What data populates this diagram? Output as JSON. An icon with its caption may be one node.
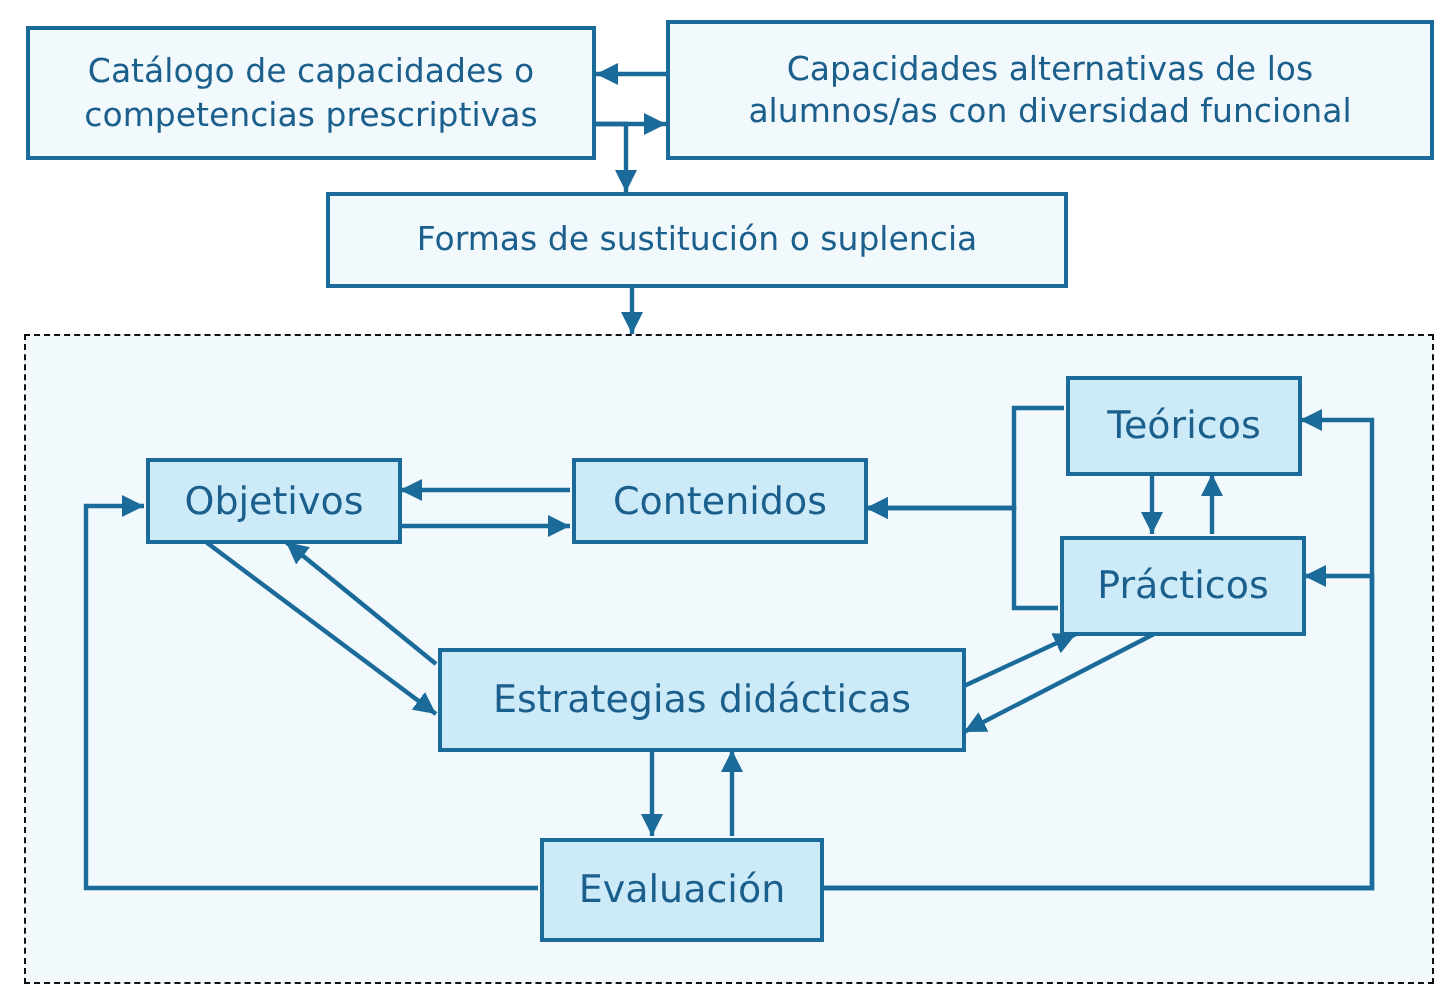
{
  "diagram": {
    "nodes": [
      {
        "text": [
          "Catálogo de capacidades o competencias prescriptivas"
        ]
      },
      {
        "text": [
          "Capacidades alternativas de los alumnos/as con diversidad funcional"
        ]
      },
      {
        "text": [
          "Formas de sustitución o suplencia"
        ]
      },
      {
        "text": [],
        "shape": "box"
      },
      {
        "text": [
          "Objetivos"
        ],
        "in": 3
      },
      {
        "text": [
          "Contenidos"
        ],
        "in": 3
      },
      {
        "text": [
          "Teóricos"
        ],
        "in": 3
      },
      {
        "text": [
          "Prácticos"
        ],
        "in": 3
      },
      {
        "text": [
          "Estrategias didácticas"
        ],
        "in": 3
      },
      {
        "text": [
          "Evaluación"
        ],
        "in": 3
      }
    ],
    "edges": [
      {
        "from": 1,
        "to": 0,
        "arrow": "to"
      },
      {
        "from": 0,
        "to": 1,
        "arrow": "to"
      },
      {
        "from": 0,
        "to": 2,
        "arrow": "to"
      },
      {
        "from": 2,
        "to": 3,
        "arrow": "to"
      },
      {
        "from": 5,
        "to": 4,
        "arrow": "to"
      },
      {
        "from": 4,
        "to": 5,
        "arrow": "to"
      },
      {
        "from": 4,
        "to": 8,
        "arrow": "to"
      },
      {
        "from": 8,
        "to": 4,
        "arrow": "to"
      },
      {
        "from": 6,
        "to": 5,
        "arrow": "to"
      },
      {
        "from": 7,
        "to": 5,
        "arrow": "to"
      },
      {
        "from": 6,
        "to": 7,
        "arrow": "to"
      },
      {
        "from": 7,
        "to": 6,
        "arrow": "to"
      },
      {
        "from": 8,
        "to": 7,
        "arrow": "to"
      },
      {
        "from": 7,
        "to": 8,
        "arrow": "to"
      },
      {
        "from": 8,
        "to": 9,
        "arrow": "to"
      },
      {
        "from": 9,
        "to": 8,
        "arrow": "to"
      },
      {
        "from": 9,
        "to": 4,
        "arrow": "to"
      },
      {
        "from": 9,
        "to": 6,
        "arrow": "to"
      },
      {
        "from": 9,
        "to": 7,
        "arrow": "to"
      }
    ]
  }
}
